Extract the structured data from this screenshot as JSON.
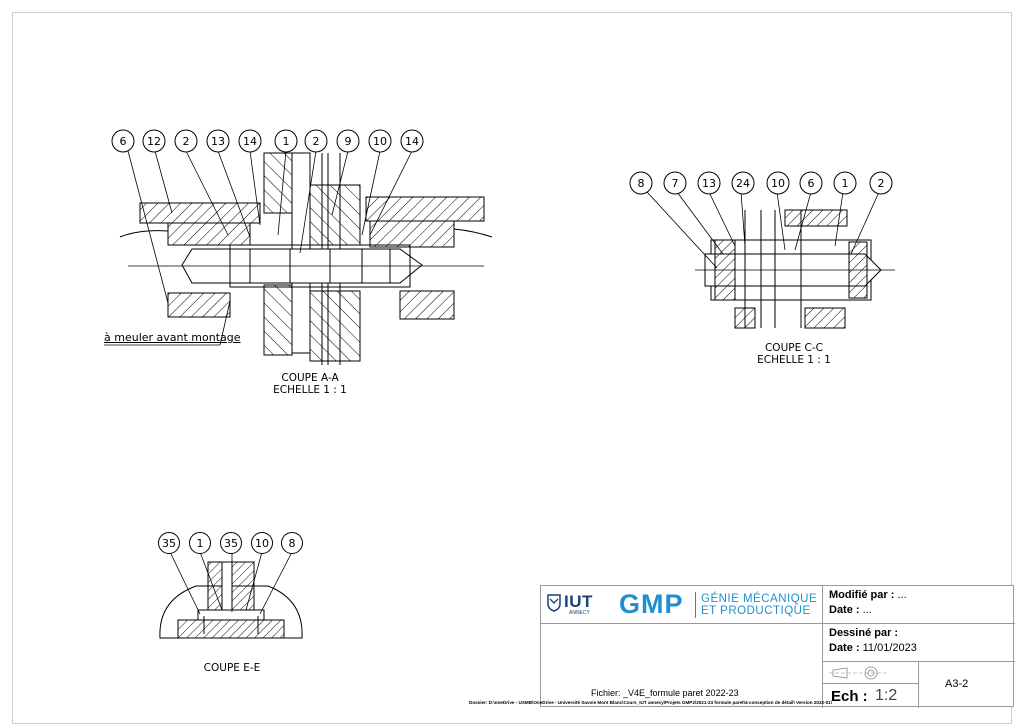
{
  "views": {
    "aa": {
      "bubbles": [
        "6",
        "12",
        "2",
        "13",
        "14",
        "1",
        "2",
        "9",
        "10",
        "14"
      ],
      "title": "COUPE A-A",
      "scale": "ECHELLE 1 : 1",
      "note": "à meuler avant montage"
    },
    "cc": {
      "bubbles": [
        "8",
        "7",
        "13",
        "24",
        "10",
        "6",
        "1",
        "2"
      ],
      "title": "COUPE C-C",
      "scale": "ECHELLE 1 : 1"
    },
    "ee": {
      "bubbles": [
        "35",
        "1",
        "35",
        "10",
        "8"
      ],
      "title": "COUPE E-E"
    }
  },
  "title_block": {
    "iut": "IUT",
    "iut_sub": "ANNECY",
    "gmp": "GMP",
    "gmp_line1": "GÉNIE MÉCANIQUE",
    "gmp_line2": "ET PRODUCTIQUE",
    "modifie_label": "Modifié par :",
    "modifie_value": "...",
    "date1_label": "Date :",
    "date1_value": "...",
    "dessine_label": "Dessiné par :",
    "dessine_value": "",
    "date2_label": "Date :",
    "date2_value": "11/01/2023",
    "fichier": "Fichier: _V4E_formule paret 2022-23",
    "dossier": "Dossier: D:\\oneDrive - USMB\\OneDrive - Université Savoie Mont Blanc\\Cours_IUT annecy\\Projets GMP2\\2021-23 formule paret\\4-conception de détail\\ Version 2022-01\\",
    "ech_label": "Ech :",
    "ech_value": "1:2",
    "format": "A3-2"
  }
}
